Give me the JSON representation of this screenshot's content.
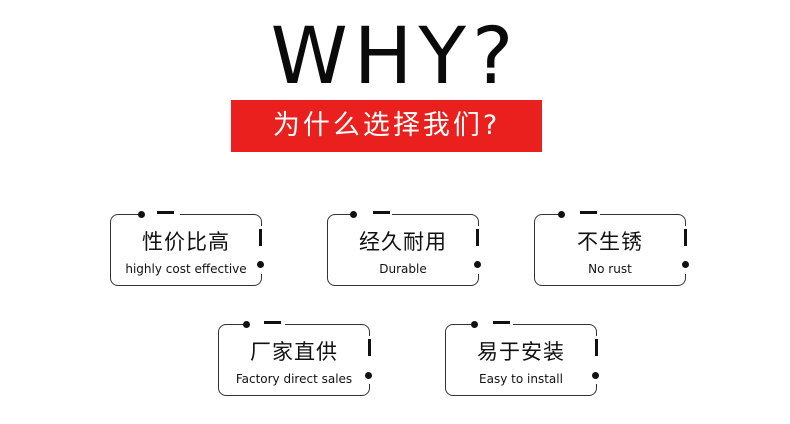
{
  "header": {
    "title": "WHY?",
    "subtitle": "为什么选择我们?"
  },
  "features": [
    {
      "cn": "性价比高",
      "en": "highly cost effective"
    },
    {
      "cn": "经久耐用",
      "en": "Durable"
    },
    {
      "cn": "不生锈",
      "en": "No rust"
    },
    {
      "cn": "厂家直供",
      "en": "Factory direct sales"
    },
    {
      "cn": "易于安装",
      "en": "Easy to install"
    }
  ],
  "colors": {
    "banner_red": "#e9201d",
    "text": "#111111",
    "background": "#ffffff"
  }
}
